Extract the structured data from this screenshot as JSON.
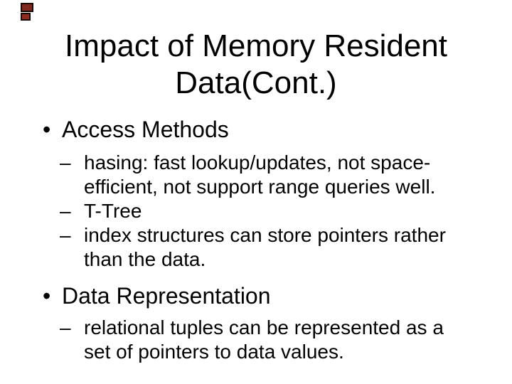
{
  "slide": {
    "colors": {
      "background": "#ffffff",
      "text": "#000000",
      "square_top_fill": "#7e2820",
      "square_bottom_fill": "#8e2a1e",
      "square_border": "#1a0b08"
    },
    "title": {
      "lines": [
        "Impact of Memory Resident",
        "Data(Cont.)"
      ]
    },
    "bullets": [
      {
        "level": 1,
        "marker": "•",
        "lines": [
          "Access Methods"
        ]
      },
      {
        "level": 2,
        "marker": "–",
        "lines": [
          "hasing: fast lookup/updates, not space-",
          "efficient, not support range queries well."
        ]
      },
      {
        "level": 2,
        "marker": "–",
        "lines": [
          "T-Tree"
        ]
      },
      {
        "level": 2,
        "marker": "–",
        "lines": [
          "index structures can store pointers rather",
          "than the data."
        ]
      },
      {
        "level": 1,
        "marker": "•",
        "lines": [
          "Data Representation"
        ]
      },
      {
        "level": 2,
        "marker": "–",
        "lines": [
          "relational tuples can be represented as a",
          "set of pointers to data values."
        ]
      }
    ]
  }
}
